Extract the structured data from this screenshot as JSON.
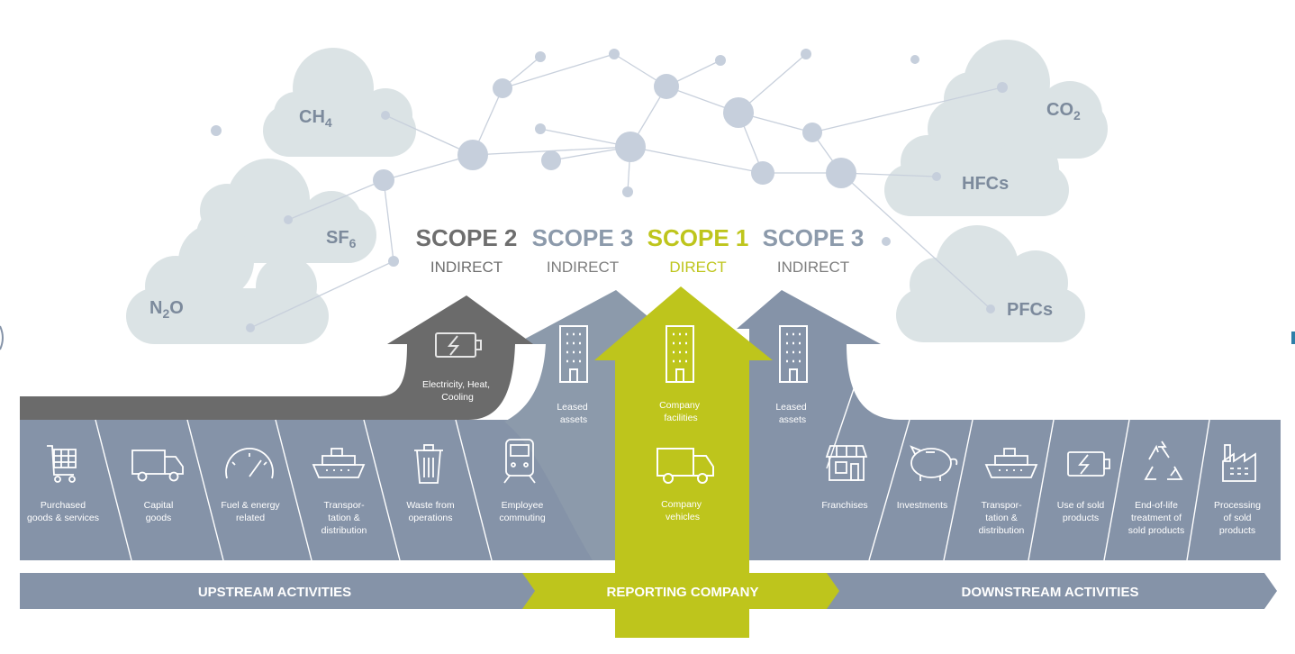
{
  "gases": [
    {
      "base": "CH",
      "sub": "4"
    },
    {
      "base": "SF",
      "sub": "6"
    },
    {
      "base": "N",
      "sub": "2",
      "tail": "O"
    },
    {
      "base": "CO",
      "sub": "2"
    },
    {
      "base": "HFCs"
    },
    {
      "base": "PFCs"
    }
  ],
  "scopes": [
    {
      "title": "SCOPE 2",
      "subtitle": "INDIRECT",
      "color": "#6e6e6e"
    },
    {
      "title": "SCOPE 3",
      "subtitle": "INDIRECT",
      "color": "#8c9aab"
    },
    {
      "title": "SCOPE 1",
      "subtitle": "DIRECT",
      "color": "#bec51c"
    },
    {
      "title": "SCOPE 3",
      "subtitle": "INDIRECT",
      "color": "#8c9aab"
    }
  ],
  "arrows": {
    "scope2": [
      "Electricity, Heat,",
      "Cooling"
    ],
    "scope3_up": [
      "Leased",
      "assets"
    ],
    "scope1_top": [
      "Company",
      "facilities"
    ],
    "scope1_bottom": [
      "Company",
      "vehicles"
    ],
    "scope3_down": [
      "Leased",
      "assets"
    ]
  },
  "upstream": [
    {
      "icon": "shopping-cart-icon",
      "lines": [
        "Purchased",
        "goods & services"
      ]
    },
    {
      "icon": "truck-icon",
      "lines": [
        "Capital",
        "goods"
      ]
    },
    {
      "icon": "gauge-icon",
      "lines": [
        "Fuel & energy",
        "related"
      ]
    },
    {
      "icon": "ship-icon",
      "lines": [
        "Transpor-",
        "tation &",
        "distribution"
      ]
    },
    {
      "icon": "trash-bin-icon",
      "lines": [
        "Waste from",
        "operations"
      ]
    },
    {
      "icon": "train-icon",
      "lines": [
        "Employee",
        "commuting"
      ]
    }
  ],
  "downstream": [
    {
      "icon": "storefront-icon",
      "lines": [
        "Franchises"
      ]
    },
    {
      "icon": "piggy-bank-icon",
      "lines": [
        "Investments"
      ]
    },
    {
      "icon": "ship-icon",
      "lines": [
        "Transpor-",
        "tation &",
        "distribution"
      ]
    },
    {
      "icon": "battery-icon",
      "lines": [
        "Use of sold",
        "products"
      ]
    },
    {
      "icon": "recycle-icon",
      "lines": [
        "End-of-life",
        "treatment of",
        "sold products"
      ]
    },
    {
      "icon": "factory-icon",
      "lines": [
        "Processing",
        "of sold",
        "products"
      ]
    }
  ],
  "bands": {
    "upstream": "UPSTREAM ACTIVITIES",
    "reporting": "REPORTING COMPANY",
    "downstream": "DOWNSTREAM ACTIVITIES"
  },
  "colors": {
    "blue": "#8593a8",
    "blue_light": "#95a2b4",
    "gray": "#6b6b6b",
    "lime": "#bec51c",
    "cloud": "#dbe3e5",
    "node": "#c6cfdc"
  }
}
